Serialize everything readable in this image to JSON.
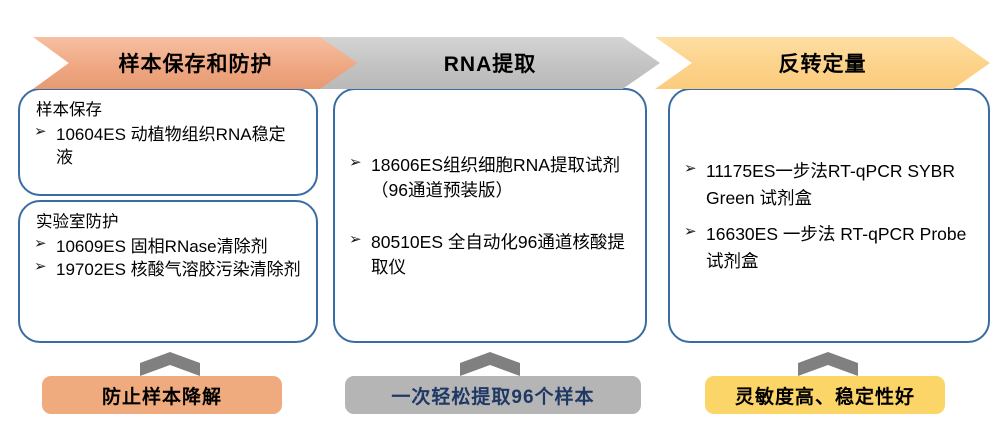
{
  "stages": [
    {
      "header": "样本保存和防护",
      "header_color": "#efa883",
      "boxes": [
        {
          "title": "样本保存",
          "bullets": [
            "10604ES 动植物组织RNA稳定液"
          ]
        },
        {
          "title": "实验室防护",
          "bullets": [
            "10609ES  固相RNase清除剂",
            "19702ES  核酸气溶胶污染清除剂"
          ]
        }
      ],
      "footer": "防止样本降解",
      "footer_color": "#efab7d"
    },
    {
      "header": "RNA提取",
      "header_color": "#c3c3c3",
      "boxes": [
        {
          "title": "",
          "bullets": [
            "18606ES组织细胞RNA提取试剂（96通道预装版）",
            "80510ES 全自动化96通道核酸提取仪"
          ]
        }
      ],
      "footer": "一次轻松提取96个样本",
      "footer_color": "#b5b5b5"
    },
    {
      "header": "反转定量",
      "header_color": "#fbcc7e",
      "boxes": [
        {
          "title": "",
          "bullets": [
            "11175ES一步法RT-qPCR SYBR Green 试剂盒",
            "16630ES 一步法 RT-qPCR Probe 试剂盒"
          ]
        }
      ],
      "footer": "灵敏度高、稳定性好",
      "footer_color": "#fcd568"
    }
  ],
  "icons": {
    "bullet_marker": "➢",
    "chevron": "chevron-up-icon"
  },
  "theme": {
    "box_border": "#3a6ca4",
    "chevron_color": "#808080",
    "footer_2_text_color": "#1f3864"
  }
}
